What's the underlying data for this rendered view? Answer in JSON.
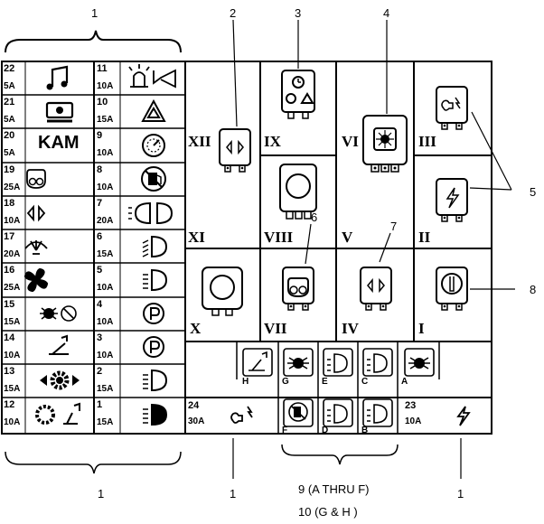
{
  "callouts": {
    "c1_top": "1",
    "c2": "2",
    "c3": "3",
    "c4": "4",
    "c5": "5",
    "c6": "6",
    "c7": "7",
    "c8": "8",
    "c1_bottom_left": "1",
    "c1_bottom_mid": "1",
    "c1_bottom_right": "1"
  },
  "captions": {
    "line1": "9 (A THRU F)",
    "line2": "10  (G & H )"
  },
  "fuses_left": [
    {
      "num": "22",
      "amp": "5A"
    },
    {
      "num": "21",
      "amp": "5A"
    },
    {
      "num": "20",
      "amp": "5A"
    },
    {
      "num": "19",
      "amp": "25A"
    },
    {
      "num": "18",
      "amp": "10A"
    },
    {
      "num": "17",
      "amp": "20A"
    },
    {
      "num": "16",
      "amp": "25A"
    },
    {
      "num": "15",
      "amp": "15A"
    },
    {
      "num": "14",
      "amp": "10A"
    },
    {
      "num": "13",
      "amp": "15A"
    },
    {
      "num": "12",
      "amp": "10A"
    }
  ],
  "fuses_right": [
    {
      "num": "11",
      "amp": "10A"
    },
    {
      "num": "10",
      "amp": "15A"
    },
    {
      "num": "9",
      "amp": "10A"
    },
    {
      "num": "8",
      "amp": "10A"
    },
    {
      "num": "7",
      "amp": "20A"
    },
    {
      "num": "6",
      "amp": "15A"
    },
    {
      "num": "5",
      "amp": "10A"
    },
    {
      "num": "4",
      "amp": "10A"
    },
    {
      "num": "3",
      "amp": "10A"
    },
    {
      "num": "2",
      "amp": "15A"
    },
    {
      "num": "1",
      "amp": "15A"
    }
  ],
  "fuse_bottom": {
    "f24": {
      "num": "24",
      "amp": "30A"
    },
    "f23": {
      "num": "23",
      "amp": "10A"
    }
  },
  "kam_label": "KAM",
  "relays": {
    "XII": "XII",
    "XI": "XI",
    "X": "X",
    "IX": "IX",
    "VIII": "VIII",
    "VII": "VII",
    "VI": "VI",
    "V": "V",
    "IV": "IV",
    "III": "III",
    "II": "II",
    "I": "I"
  },
  "diodes": [
    "A",
    "B",
    "C",
    "D",
    "E",
    "F",
    "G",
    "H"
  ]
}
